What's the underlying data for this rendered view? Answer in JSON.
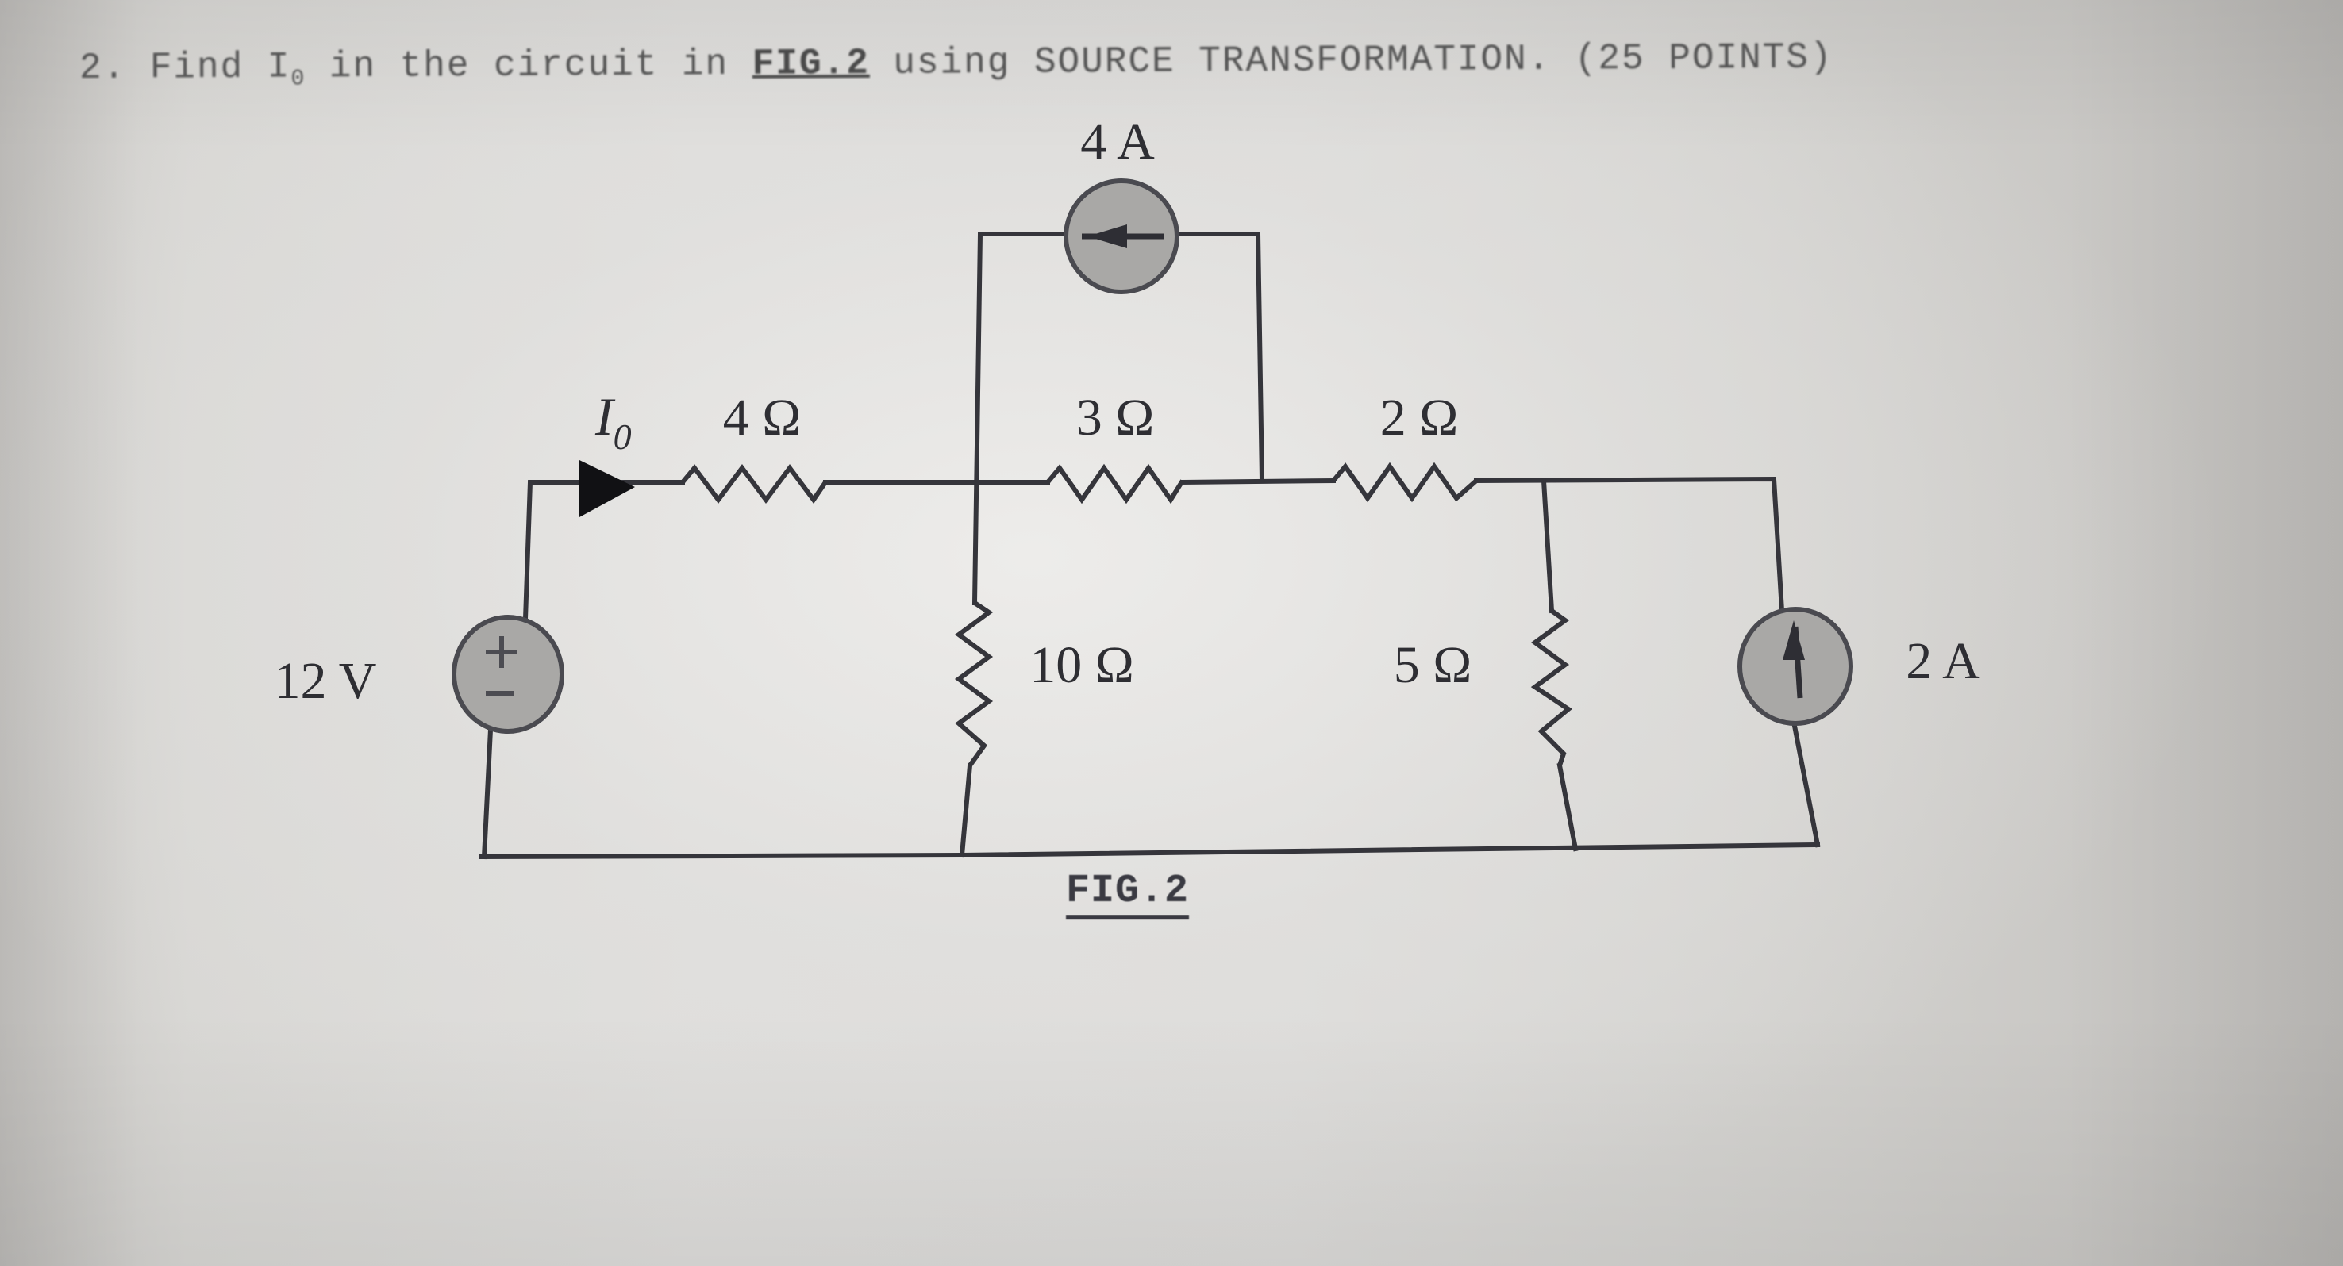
{
  "question": {
    "number": "2.",
    "text_before": "Find I",
    "subscript": "0",
    "text_mid": " in the circuit in ",
    "figure_ref": "FIG.2",
    "text_after": " using SOURCE TRANSFORMATION. (25 POINTS)"
  },
  "figure": {
    "caption": "FIG.2",
    "current_label": {
      "symbol": "I",
      "subscript": "0"
    },
    "components": {
      "voltage_source": {
        "label": "12 V",
        "polarity_top": "+",
        "polarity_bottom": "−"
      },
      "current_source_top": {
        "label": "4 A",
        "arrow_direction": "left"
      },
      "current_source_right": {
        "label": "2 A",
        "arrow_direction": "up"
      },
      "r_4": {
        "label": "4 Ω"
      },
      "r_3": {
        "label": "3 Ω"
      },
      "r_2": {
        "label": "2 Ω"
      },
      "r_10": {
        "label": "10 Ω"
      },
      "r_5": {
        "label": "5 Ω"
      }
    }
  },
  "colors": {
    "wire": "#35353b",
    "source_fill": "#a9a8a6",
    "paper": "#dedddb"
  }
}
